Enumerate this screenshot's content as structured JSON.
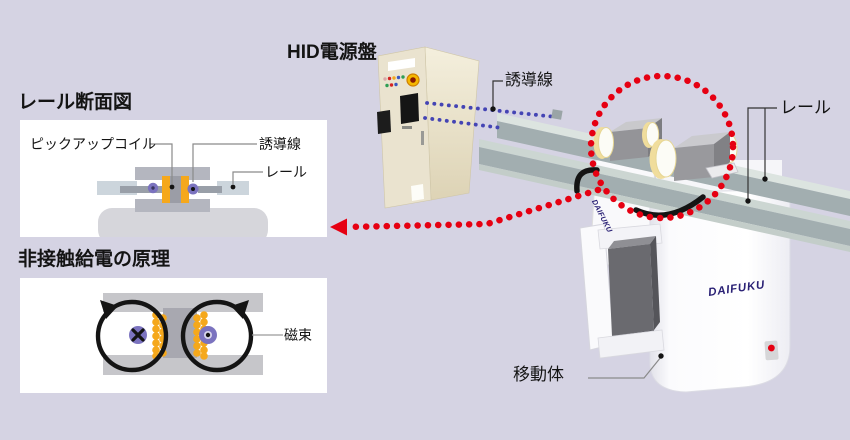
{
  "scene": {
    "hid_panel_label": "HID電源盤",
    "induction_wire_label": "誘導線",
    "rail_label": "レール",
    "moving_body_label": "移動体",
    "vehicle_logo": "DAIFUKU",
    "vehicle_logo_vertical": "DAIFUKU"
  },
  "cross_section_panel": {
    "title": "レール断面図",
    "pickup_coil_label": "ピックアップコイル",
    "induction_wire_label": "誘導線",
    "rail_label": "レール"
  },
  "principle_panel": {
    "title": "非接触給電の原理",
    "magnetic_flux_label": "磁束"
  },
  "colors": {
    "background": "#d5d3e3",
    "accent_red": "#e60012",
    "wire_blue": "#4444b4",
    "coil_orange": "#f5a81c",
    "logo_navy": "#2a2175",
    "rail_gray": "#a2aeb0",
    "cabinet_beige": "#eae3cf"
  }
}
